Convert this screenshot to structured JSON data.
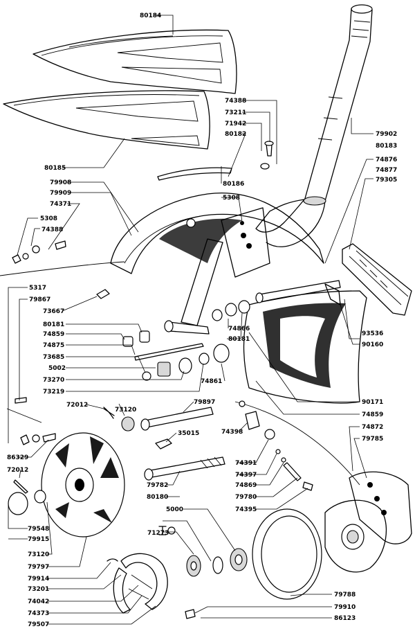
{
  "colors": {
    "ink": "#000000",
    "paper": "#ffffff"
  },
  "parts": {
    "p80184": "80184",
    "p74388a": "74388",
    "p73211": "73211",
    "p71942": "71942",
    "p80182": "80182",
    "p79902": "79902",
    "p80183": "80183",
    "p74876": "74876",
    "p74877": "74877",
    "p79305": "79305",
    "p80185": "80185",
    "p79908": "79908",
    "p79909": "79909",
    "p74371": "74371",
    "p80186": "80186",
    "p5308a": "5308",
    "p5308b": "5308",
    "p74388b": "74388",
    "p5317": "5317",
    "p79867": "79867",
    "p73667": "73667",
    "p80181a": "80181",
    "p74859a": "74859",
    "p74875": "74875",
    "p73685": "73685",
    "p5002": "5002",
    "p73270": "73270",
    "p73219": "73219",
    "p74866": "74866",
    "p80181b": "80181",
    "p74861": "74861",
    "p93536": "93536",
    "p90160": "90160",
    "p90171": "90171",
    "p74859b": "74859",
    "p72012a": "72012",
    "p73120a": "73120",
    "p79897": "79897",
    "p74398": "74398",
    "p74872": "74872",
    "p79785": "79785",
    "p35015": "35015",
    "p86329": "86329",
    "p72012b": "72012",
    "p74391": "74391",
    "p74397": "74397",
    "p79782": "79782",
    "p80180": "80180",
    "p74869": "74869",
    "p79780": "79780",
    "p74395": "74395",
    "p5000": "5000",
    "p79548": "79548",
    "p79915": "79915",
    "p71273": "71273",
    "p73120b": "73120",
    "p79797": "79797",
    "p79914": "79914",
    "p73201": "73201",
    "p79788": "79788",
    "p74042": "74042",
    "p74373": "74373",
    "p79507": "79507",
    "p79910": "79910",
    "p86123": "86123"
  }
}
